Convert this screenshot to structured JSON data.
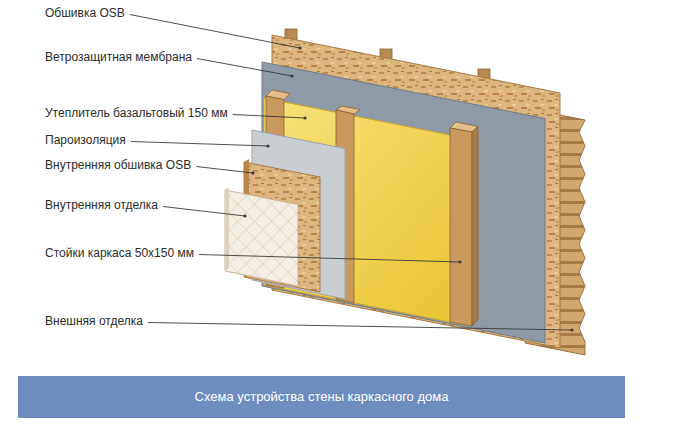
{
  "diagram": {
    "caption": "Схема устройства стены каркасного дома",
    "labels": [
      "Обшивка OSB",
      "Ветрозащитная мембрана",
      "Утеплитель базальтовый 150 мм",
      "Пароизоляция",
      "Внутренняя обшивка OSB",
      "Внутренняя отделка",
      "Стойки каркаса 50х150 мм",
      "Внешняя отделка"
    ]
  }
}
